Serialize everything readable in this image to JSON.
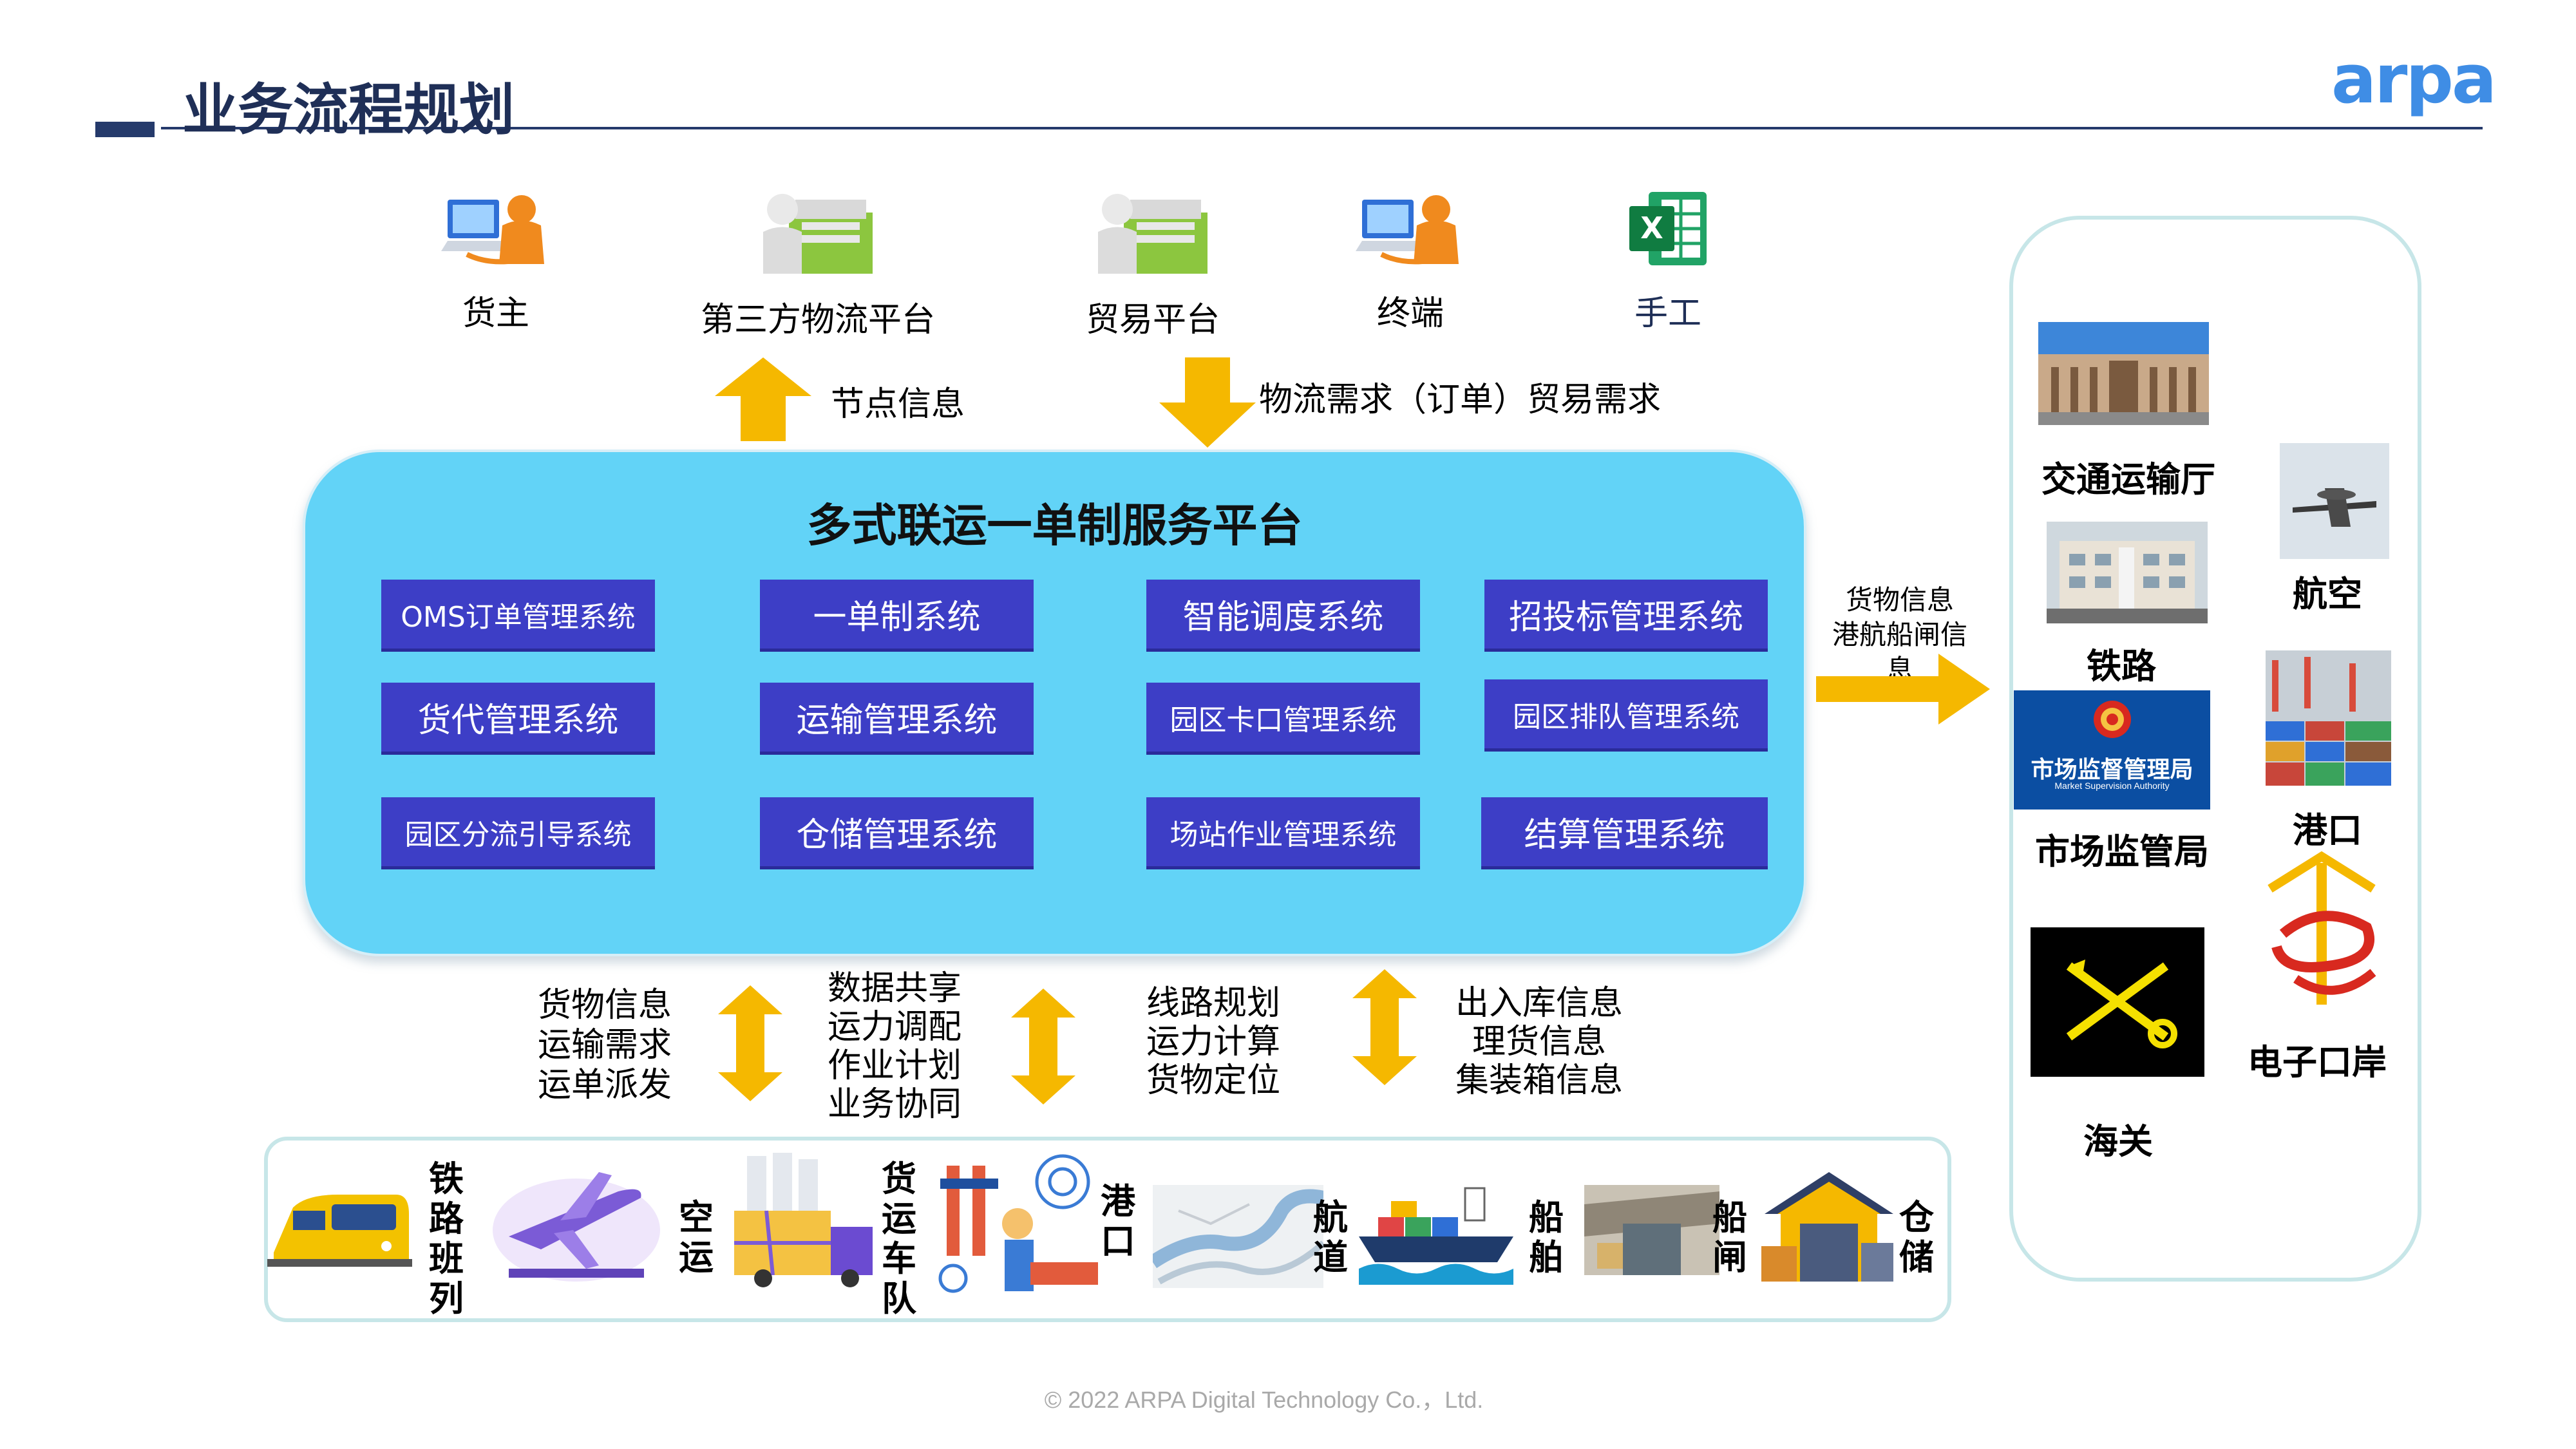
{
  "header": {
    "title": "业务流程规划",
    "logo": "arpa"
  },
  "sources": [
    {
      "label": "货主",
      "icon": "user-computer-icon"
    },
    {
      "label": "第三方物流平台",
      "icon": "server-person-icon"
    },
    {
      "label": "贸易平台",
      "icon": "server-person-icon"
    },
    {
      "label": "终端",
      "icon": "user-computer-icon"
    },
    {
      "label": "手工",
      "icon": "excel-icon"
    }
  ],
  "top_arrows": {
    "up_note": "节点信息",
    "down_note": "物流需求（订单）贸易需求"
  },
  "platform": {
    "title": "多式联运一单制服务平台",
    "modules": [
      "OMS订单管理系统",
      "一单制系统",
      "智能调度系统",
      "招投标管理系统",
      "货代管理系统",
      "运输管理系统",
      "园区卡口管理系统",
      "园区排队管理系统",
      "园区分流引导系统",
      "仓储管理系统",
      "场站作业管理系统",
      "结算管理系统"
    ]
  },
  "right_arrow": {
    "line1": "货物信息",
    "line2": "港航船闸信息"
  },
  "bottom_notes": [
    [
      "货物信息",
      "运输需求",
      "运单派发"
    ],
    [
      "数据共享",
      "运力调配",
      "作业计划",
      "业务协同"
    ],
    [
      "线路规划",
      "运力计算",
      "货物定位"
    ],
    [
      "出入库信息",
      "理货信息",
      "集装箱信息"
    ]
  ],
  "bottom_items": [
    "铁路班列",
    "空运",
    "货运车队",
    "港口",
    "航道",
    "船舶",
    "船闸",
    "仓储"
  ],
  "authorities": {
    "transport_dept": "交通运输厅",
    "aviation": "航空",
    "railway": "铁路",
    "market_badge_line1": "市场监督管理局",
    "market_badge_line2": "Market Supervision Authority",
    "market": "市场监管局",
    "port": "港口",
    "eport": "电子口岸",
    "customs": "海关"
  },
  "footer": "© 2022 ARPA Digital Technology Co.，Ltd.",
  "colors": {
    "platform_bg": "#62d3f7",
    "module_bg": "#3d3ec6",
    "arrow": "#f5b800",
    "title": "#1f2f57",
    "logo": "#3f8de5"
  }
}
